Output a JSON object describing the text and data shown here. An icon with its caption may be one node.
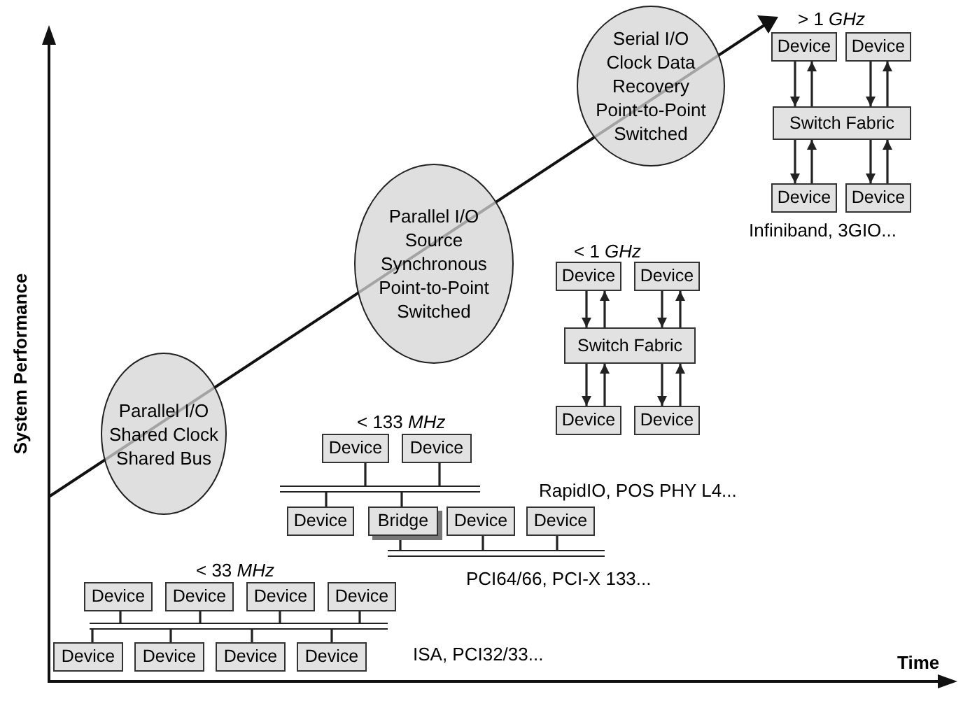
{
  "diagram": {
    "nodes": [
      {
        "text": [
          "Parallel I/O Shared Clock Shared Bus"
        ]
      },
      {
        "text": [
          "Parallel I/O Source Synchronous Point-to-Point Switched"
        ]
      },
      {
        "text": [
          "Serial I/O Clock Data Recovery Point-to-Point Switched"
        ]
      },
      {
        "text": [
          "Device"
        ]
      },
      {
        "text": [
          "Device"
        ]
      },
      {
        "text": [
          "Device"
        ]
      },
      {
        "text": [
          "Device"
        ]
      },
      {
        "text": [],
        "shape": "bar"
      },
      {
        "text": [
          "Device"
        ]
      },
      {
        "text": [
          "Device"
        ]
      },
      {
        "text": [
          "Device"
        ]
      },
      {
        "text": [
          "Device"
        ]
      },
      {
        "text": [
          "Device"
        ]
      },
      {
        "text": [
          "Device"
        ]
      },
      {
        "text": [],
        "shape": "bar"
      },
      {
        "text": [
          "Device"
        ]
      },
      {
        "text": [
          "Bridge"
        ]
      },
      {
        "text": [
          "Device"
        ]
      },
      {
        "text": [
          "Device"
        ]
      },
      {
        "text": [],
        "shape": "bar"
      },
      {
        "text": [
          "Device"
        ]
      },
      {
        "text": [
          "Device"
        ]
      },
      {
        "text": [
          "Switch Fabric"
        ]
      },
      {
        "text": [
          "Device"
        ]
      },
      {
        "text": [
          "Device"
        ]
      },
      {
        "text": [
          "Device"
        ]
      },
      {
        "text": [
          "Device"
        ]
      },
      {
        "text": [
          "Switch Fabric"
        ]
      },
      {
        "text": [
          "Device"
        ]
      },
      {
        "text": [
          "Device"
        ]
      }
    ],
    "edges": [
      {
        "from": 3,
        "to": 7,
        "arrow": "none"
      },
      {
        "from": 4,
        "to": 7,
        "arrow": "none"
      },
      {
        "from": 5,
        "to": 7,
        "arrow": "none"
      },
      {
        "from": 6,
        "to": 7,
        "arrow": "none"
      },
      {
        "from": 7,
        "to": 8,
        "arrow": "none"
      },
      {
        "from": 7,
        "to": 9,
        "arrow": "none"
      },
      {
        "from": 7,
        "to": 10,
        "arrow": "none"
      },
      {
        "from": 7,
        "to": 11,
        "arrow": "none"
      },
      {
        "from": 12,
        "to": 14,
        "arrow": "none"
      },
      {
        "from": 13,
        "to": 14,
        "arrow": "none"
      },
      {
        "from": 14,
        "to": 15,
        "arrow": "none"
      },
      {
        "from": 14,
        "to": 16,
        "arrow": "none"
      },
      {
        "from": 16,
        "to": 19,
        "arrow": "none"
      },
      {
        "from": 17,
        "to": 19,
        "arrow": "none"
      },
      {
        "from": 18,
        "to": 19,
        "arrow": "none"
      },
      {
        "from": 20,
        "to": 22,
        "arrow": "to"
      },
      {
        "from": 22,
        "to": 20,
        "arrow": "to"
      },
      {
        "from": 21,
        "to": 22,
        "arrow": "to"
      },
      {
        "from": 22,
        "to": 21,
        "arrow": "to"
      },
      {
        "from": 22,
        "to": 23,
        "arrow": "to"
      },
      {
        "from": 23,
        "to": 22,
        "arrow": "to"
      },
      {
        "from": 22,
        "to": 24,
        "arrow": "to"
      },
      {
        "from": 24,
        "to": 22,
        "arrow": "to"
      },
      {
        "from": 25,
        "to": 27,
        "arrow": "to"
      },
      {
        "from": 27,
        "to": 25,
        "arrow": "to"
      },
      {
        "from": 26,
        "to": 27,
        "arrow": "to"
      },
      {
        "from": 27,
        "to": 26,
        "arrow": "to"
      },
      {
        "from": 27,
        "to": 28,
        "arrow": "to"
      },
      {
        "from": 28,
        "to": 27,
        "arrow": "to"
      },
      {
        "from": 27,
        "to": 29,
        "arrow": "to"
      },
      {
        "from": 29,
        "to": 27,
        "arrow": "to"
      }
    ],
    "labels": [
      "> 1 *GHz*",
      "Infiniband, 3GIO...",
      "< 1 *GHz*",
      "RapidIO, POS PHY L4...",
      "System Performance",
      "< 133 *MHz*",
      "PCI64/66, PCI-X 133...",
      "< 33 *MHz*",
      "ISA, PCI32/33...",
      "Time"
    ]
  }
}
